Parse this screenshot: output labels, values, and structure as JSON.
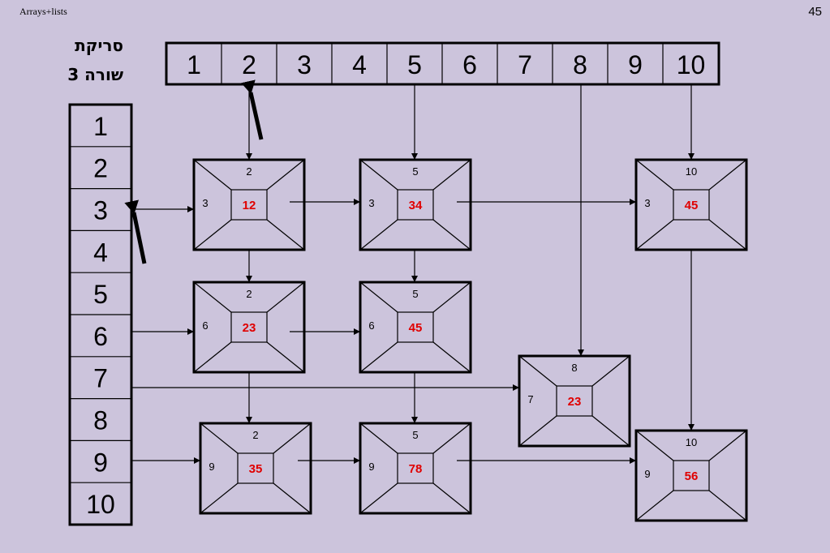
{
  "header": {
    "title": "Arrays+lists",
    "page_number": "45"
  },
  "caption": {
    "line1": "סריקת",
    "line2": "שורה 3"
  },
  "columns": [
    "1",
    "2",
    "3",
    "4",
    "5",
    "6",
    "7",
    "8",
    "9",
    "10"
  ],
  "rows": [
    "1",
    "2",
    "3",
    "4",
    "5",
    "6",
    "7",
    "8",
    "9",
    "10"
  ],
  "nodes": [
    {
      "id": "n-3-2",
      "row": "3",
      "col": "2",
      "value": "12"
    },
    {
      "id": "n-3-5",
      "row": "3",
      "col": "5",
      "value": "34"
    },
    {
      "id": "n-3-10",
      "row": "3",
      "col": "10",
      "value": "45"
    },
    {
      "id": "n-6-2",
      "row": "6",
      "col": "2",
      "value": "23"
    },
    {
      "id": "n-6-5",
      "row": "6",
      "col": "5",
      "value": "45"
    },
    {
      "id": "n-7-8",
      "row": "7",
      "col": "8",
      "value": "23"
    },
    {
      "id": "n-9-2",
      "row": "9",
      "col": "2",
      "value": "35"
    },
    {
      "id": "n-9-5",
      "row": "9",
      "col": "5",
      "value": "78"
    },
    {
      "id": "n-9-10",
      "row": "9",
      "col": "10",
      "value": "56"
    }
  ],
  "colors": {
    "background": "#ccc4dc",
    "value_text": "#e00000",
    "lines": "#000000"
  }
}
